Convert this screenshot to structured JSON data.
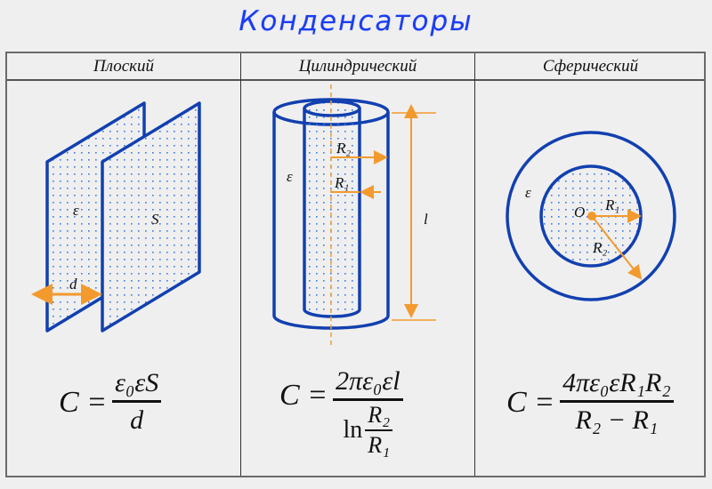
{
  "title": "Конденсаторы",
  "columns": [
    {
      "header": "Плоский",
      "labels": {
        "permittivity": "ε",
        "area": "S",
        "distance": "d"
      },
      "formula": {
        "lhs": "C =",
        "numerator": "ε₀εS",
        "denominator": "d"
      }
    },
    {
      "header": "Цилиндрический",
      "labels": {
        "permittivity": "ε",
        "outer_radius": "R₂",
        "inner_radius": "R₁",
        "length": "l"
      },
      "formula": {
        "lhs": "C =",
        "numerator": "2πε₀εl",
        "denominator_prefix": "ln",
        "denominator_num": "R₂",
        "denominator_den": "R₁"
      }
    },
    {
      "header": "Сферический",
      "labels": {
        "permittivity": "ε",
        "center": "O",
        "inner_radius": "R₁",
        "outer_radius": "R₂"
      },
      "formula": {
        "lhs": "C =",
        "numerator": "4πε₀εR₁R₂",
        "denominator": "R₂ − R₁"
      }
    }
  ],
  "colors": {
    "conductor": "#1240b0",
    "dimension": "#f39a2e",
    "dots": "#3a7ae0",
    "title": "#1a3cf0",
    "background": "#efefef"
  }
}
